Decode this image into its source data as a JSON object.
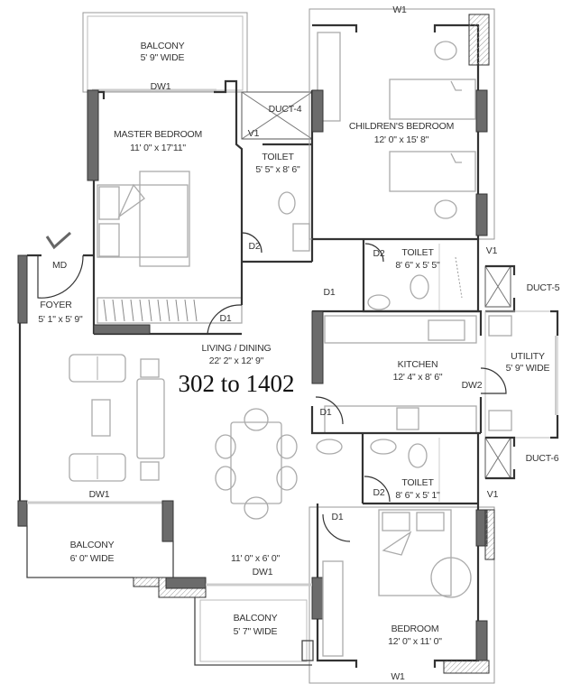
{
  "plan": {
    "unit_numbers": "302 to 1402",
    "rooms": {
      "balcony_top": {
        "name": "BALCONY",
        "size": "5' 9\" WIDE"
      },
      "master_bedroom": {
        "name": "MASTER BEDROOM",
        "size": "11' 0\" x 17'11\""
      },
      "toilet_master": {
        "name": "TOILET",
        "size": "5' 5\" x 8' 6\""
      },
      "childrens_bedroom": {
        "name": "CHILDREN'S BEDROOM",
        "size": "12' 0\" x 15' 8\""
      },
      "toilet_children": {
        "name": "TOILET",
        "size": "8' 6\" x 5' 5\""
      },
      "foyer": {
        "name": "FOYER",
        "size": "5' 1\" x 5' 9\""
      },
      "living_dining": {
        "name": "LIVING / DINING",
        "size": "22' 2\" x 12' 9\""
      },
      "kitchen": {
        "name": "KITCHEN",
        "size": "12' 4\" x 8' 6\""
      },
      "utility": {
        "name": "UTILITY",
        "size": "5' 9\" WIDE"
      },
      "toilet_bedroom": {
        "name": "TOILET",
        "size": "8' 6\" x 5' 1\""
      },
      "balcony_left": {
        "name": "BALCONY",
        "size": "6' 0\" WIDE"
      },
      "balcony_bottom": {
        "name": "BALCONY",
        "size": "5' 7\"  WIDE",
        "extra": "11' 0\" x 6' 0\""
      },
      "bedroom": {
        "name": "BEDROOM",
        "size": "12' 0\" x 11' 0\""
      }
    },
    "ducts": {
      "duct4": "DUCT-4",
      "duct5": "DUCT-5",
      "duct6": "DUCT-6"
    },
    "openings": {
      "md": "MD",
      "dw1_top": "DW1",
      "dw1_left": "DW1",
      "dw1_bottom": "DW1",
      "dw2": "DW2",
      "w1_top": "W1",
      "w1_bottom": "W1",
      "v1_master": "V1",
      "v1_children": "V1",
      "v1_bottom": "V1",
      "d1_master": "D1",
      "d1_children": "D1",
      "d1_kitchen": "D1",
      "d1_bedroom": "D1",
      "d2_master": "D2",
      "d2_children": "D2",
      "d2_bedroom": "D2"
    },
    "colors": {
      "wall": "#333333",
      "column": "#6b6b6b",
      "furniture": "#aaaaaa",
      "background": "#ffffff"
    }
  }
}
